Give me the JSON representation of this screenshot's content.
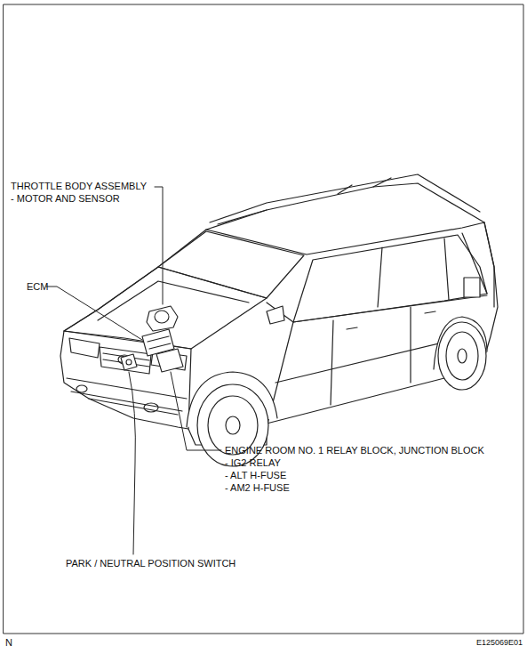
{
  "diagram": {
    "labels": [
      "THROTTLE BODY ASSEMBLY",
      "- MOTOR AND SENSOR",
      "ECM",
      "ENGINE ROOM NO. 1 RELAY BLOCK, JUNCTION BLOCK",
      "- IG2 RELAY",
      "- ALT H-FUSE",
      "- AM2 H-FUSE",
      "PARK / NEUTRAL POSITION SWITCH",
      "N",
      "E125069E01"
    ]
  }
}
